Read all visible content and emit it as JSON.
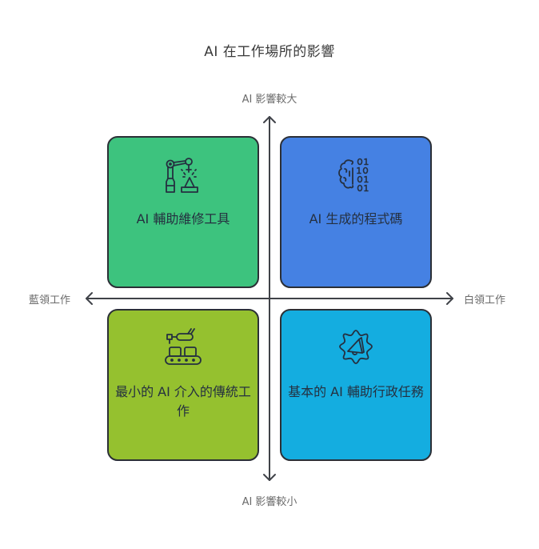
{
  "title": "AI 在工作場所的影響",
  "axes": {
    "top": "AI 影響較大",
    "bottom": "AI 影響較小",
    "left": "藍領工作",
    "right": "白領工作"
  },
  "quadrants": [
    {
      "position": "top-left",
      "label": "AI 輔助維修工具",
      "icon": "robotic-arm-icon",
      "color": "#3dc37e"
    },
    {
      "position": "top-right",
      "label": "AI 生成的程式碼",
      "icon": "brain-binary-icon",
      "color": "#4581e3"
    },
    {
      "position": "bottom-left",
      "label": "最小的 AI 介入的傳統工作",
      "icon": "conveyor-robot-icon",
      "color": "#95c12f"
    },
    {
      "position": "bottom-right",
      "label": "基本的 AI 輔助行政任務",
      "icon": "gear-megaphone-icon",
      "color": "#14ade0"
    }
  ],
  "colors": {
    "axis": "#3f4248",
    "border": "#2b2f36",
    "label_text": "#253040"
  }
}
